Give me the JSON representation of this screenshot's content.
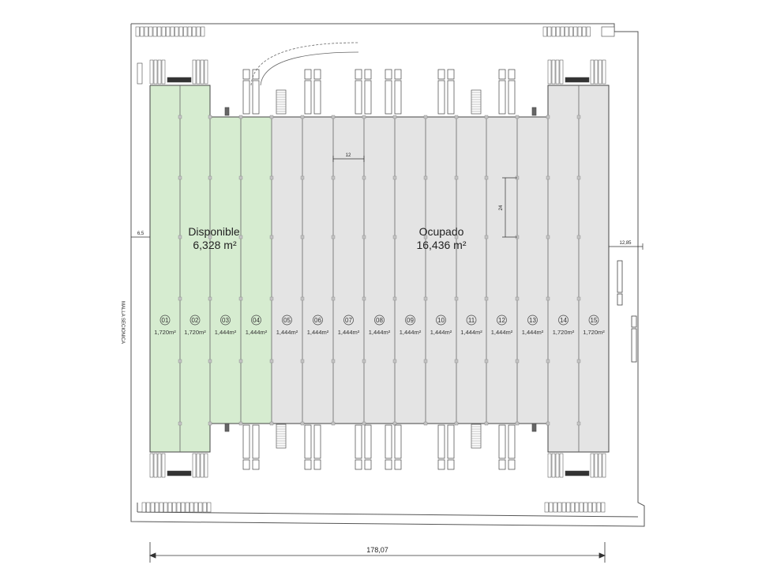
{
  "zones": {
    "available": {
      "label": "Disponible",
      "area": "6,328 m²",
      "color": "#d6ecd0"
    },
    "occupied": {
      "label": "Ocupado",
      "area": "16,436 m²",
      "color": "#e4e4e4"
    }
  },
  "bays": [
    {
      "num": "01",
      "area": "1,720m²",
      "status": "available"
    },
    {
      "num": "02",
      "area": "1,720m²",
      "status": "available"
    },
    {
      "num": "03",
      "area": "1,444m²",
      "status": "available"
    },
    {
      "num": "04",
      "area": "1,444m²",
      "status": "available"
    },
    {
      "num": "05",
      "area": "1,444m²",
      "status": "occupied"
    },
    {
      "num": "06",
      "area": "1,444m²",
      "status": "occupied"
    },
    {
      "num": "07",
      "area": "1,444m²",
      "status": "occupied"
    },
    {
      "num": "08",
      "area": "1,444m²",
      "status": "occupied"
    },
    {
      "num": "09",
      "area": "1,444m²",
      "status": "occupied"
    },
    {
      "num": "10",
      "area": "1,444m²",
      "status": "occupied"
    },
    {
      "num": "11",
      "area": "1,444m²",
      "status": "occupied"
    },
    {
      "num": "12",
      "area": "1,444m²",
      "status": "occupied"
    },
    {
      "num": "13",
      "area": "1,444m²",
      "status": "occupied"
    },
    {
      "num": "14",
      "area": "1,720m²",
      "status": "occupied"
    },
    {
      "num": "15",
      "area": "1,720m²",
      "status": "occupied"
    }
  ],
  "dimensions": {
    "overall_width": "178,07",
    "bay_width": "12",
    "column_spacing": "24",
    "left_setback": "6,5",
    "right_setback": "12,85",
    "side_label": "MALLA SECIONICA"
  },
  "colors": {
    "line": "#555555",
    "column": "#9a9a9a",
    "truck": "#444444"
  }
}
